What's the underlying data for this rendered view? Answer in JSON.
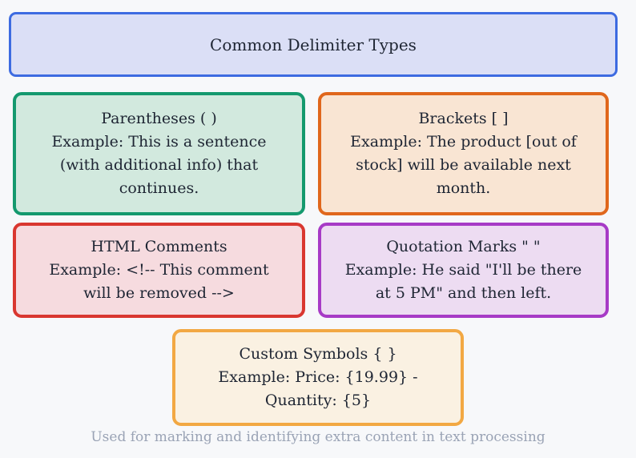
{
  "header": {
    "title": "Common Delimiter Types"
  },
  "cards": [
    {
      "id": "parentheses",
      "title": "Parentheses ( )",
      "lines": [
        "Example: This is a sentence",
        "(with additional info) that",
        "continues."
      ],
      "border_color": "#14996e",
      "background_color": "#d2e9de"
    },
    {
      "id": "brackets",
      "title": "Brackets [ ]",
      "lines": [
        "Example: The product [out of",
        "stock] will be available next",
        "month."
      ],
      "border_color": "#e0671c",
      "background_color": "#f9e5d3"
    },
    {
      "id": "html-comments",
      "title": "HTML Comments",
      "lines": [
        "Example: <!-- This comment",
        "will be removed -->"
      ],
      "border_color": "#d93730",
      "background_color": "#f6dbdf"
    },
    {
      "id": "quotation-marks",
      "title": "Quotation Marks \" \"",
      "lines": [
        "Example: He said \"I'll be there",
        "at 5 PM\" and then left.",
        ""
      ],
      "border_color": "#a73bc6",
      "background_color": "#eddcf2"
    },
    {
      "id": "custom-symbols",
      "title": "Custom Symbols { }",
      "lines": [
        "Example: Price: {19.99} -",
        "Quantity: {5}"
      ],
      "border_color": "#f2a843",
      "background_color": "#faf1e2"
    }
  ],
  "footer": {
    "caption": "Used for marking and identifying extra content in text processing"
  },
  "colors": {
    "page_background": "#f7f8fa",
    "header_background": "#dbdff6",
    "header_border": "#3d6be1",
    "text": "#1e2533",
    "footer_text": "#9aa3b5"
  }
}
